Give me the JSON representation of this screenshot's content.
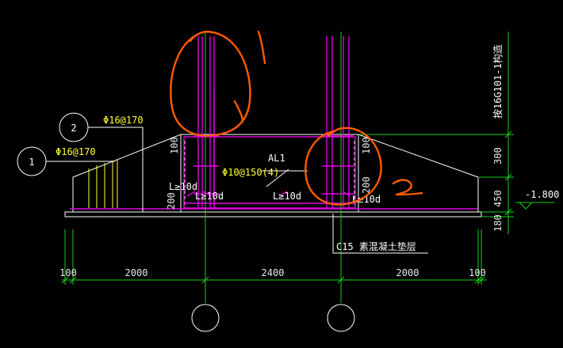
{
  "callouts": [
    {
      "number": "1",
      "rebar_label": "Φ16@170"
    },
    {
      "number": "2",
      "rebar_label": "Φ16@170"
    }
  ],
  "beam": {
    "name": "AL1",
    "stirrup_label": "Φ10@150(4)"
  },
  "anchorage_labels": [
    "L≥10d",
    "L≥10d",
    "L≥10d",
    "L≥10d"
  ],
  "side_dims": {
    "top_left": "100",
    "bottom_left": "200",
    "top_right": "100",
    "bottom_right": "200"
  },
  "vertical_dims": [
    "180",
    "450",
    "300"
  ],
  "elevation_label": "-1.800",
  "reference_note": "按16G101-1构造",
  "concrete_note": "C15 素混凝土垫层",
  "horizontal_dims": [
    "100",
    "2000",
    "2400",
    "2000",
    "100"
  ],
  "hand_annotations": [
    "1",
    "2"
  ],
  "colors": {
    "background": "#000000",
    "outline": "#ffffff",
    "dimension": "#19d119",
    "rebar": "#e000e0",
    "leader": "#ffff33",
    "annotation": "#ff5a00"
  }
}
